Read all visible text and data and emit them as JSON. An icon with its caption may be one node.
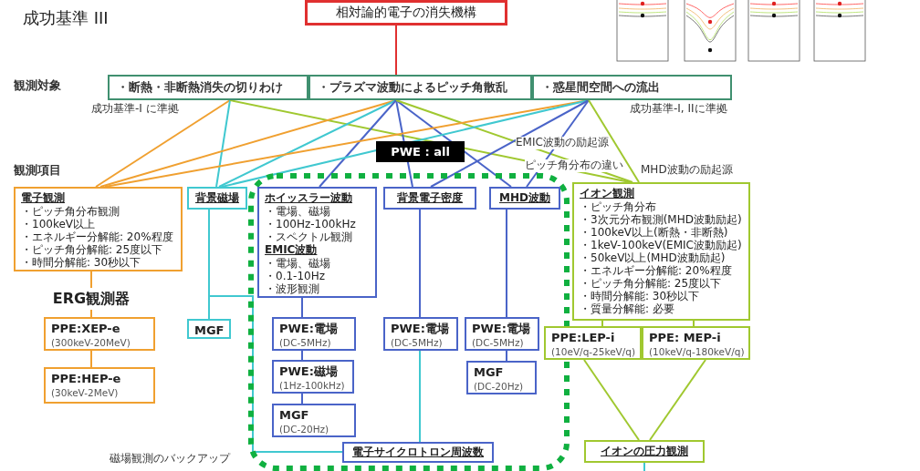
{
  "diagram": {
    "title": "成功基準 III",
    "nodes": [
      {
        "text": [
          "相対論的電子の消失機構"
        ]
      },
      {
        "text": [
          "・断熱・非断熱消失の切りわけ"
        ]
      },
      {
        "text": [
          "・プラズマ波動によるピッチ角散乱"
        ]
      },
      {
        "text": [
          "・惑星間空間への流出"
        ]
      },
      {
        "text": [
          "電子観測",
          "・ピッチ角分布観測",
          "・100keV以上",
          "・エネルギー分解能: 20%程度",
          "・ピッチ角分解能: 25度以下",
          "・時間分解能: 30秒以下"
        ]
      },
      {
        "text": [
          "背景磁場"
        ]
      },
      {
        "text": [
          "PWE : all"
        ]
      },
      {
        "text": [
          "ホイッスラー波動",
          "・電場、磁場",
          "・100Hz-100kHz",
          "・スペクトル観測",
          "EMIC波動",
          "・電場、磁場",
          "・0.1-10Hz",
          "・波形観測"
        ],
        "in": 6
      },
      {
        "text": [
          "背景電子密度"
        ],
        "in": 6
      },
      {
        "text": [
          "MHD波動"
        ],
        "in": 6
      },
      {
        "text": [
          "イオン観測",
          "・ピッチ角分布",
          "・3次元分布観測(MHD波動励起)",
          "・100keV以上(断熱・非断熱)",
          "・1keV-100keV(EMIC波動励起)",
          "・50keV以上(MHD波動励起)",
          "・エネルギー分解能: 20%程度",
          "・ピッチ角分解能: 25度以下",
          "・時間分解能: 30秒以下",
          "・質量分解能: 必要"
        ]
      },
      {
        "text": [
          "ERG観測器"
        ]
      },
      {
        "text": [
          "PPE:XEP-e",
          "(300keV-20MeV)"
        ]
      },
      {
        "text": [
          "PPE:HEP-e",
          "(30keV-2MeV)"
        ]
      },
      {
        "text": [
          "MGF"
        ]
      },
      {
        "text": [
          "PWE:電場",
          "(DC-5MHz)"
        ],
        "in": 6
      },
      {
        "text": [
          "PWE:磁場",
          "(1Hz-100kHz)"
        ],
        "in": 6
      },
      {
        "text": [
          "MGF",
          "(DC-20Hz)"
        ],
        "in": 6
      },
      {
        "text": [
          "PWE:電場",
          "(DC-5MHz)"
        ],
        "in": 6
      },
      {
        "text": [
          "PWE:電場",
          "(DC-5MHz)"
        ],
        "in": 6
      },
      {
        "text": [
          "MGF",
          "(DC-20Hz)"
        ],
        "in": 6
      },
      {
        "text": [
          "PPE:LEP-i",
          "(10eV/q-25keV/q)"
        ]
      },
      {
        "text": [
          "PPE: MEP-i",
          "(10keV/q-180keV/q)"
        ]
      },
      {
        "text": [
          "電子サイクロトロン周波数"
        ],
        "in": 6
      },
      {
        "text": [
          "イオンの圧力観測"
        ]
      }
    ],
    "edges": [
      {
        "from": 0,
        "to": 2,
        "arrow": "none",
        "color": "#e03030"
      },
      {
        "from": 1,
        "to": 4,
        "arrow": "none",
        "color": "#f0a030"
      },
      {
        "from": 1,
        "to": 5,
        "arrow": "none",
        "color": "#40c8d0"
      },
      {
        "from": 1,
        "to": 10,
        "arrow": "none",
        "color": "#a0c830"
      },
      {
        "from": 2,
        "to": 4,
        "arrow": "none",
        "color": "#f0a030"
      },
      {
        "from": 2,
        "to": 5,
        "arrow": "none",
        "color": "#40c8d0"
      },
      {
        "from": 2,
        "to": 7,
        "arrow": "none"
      },
      {
        "from": 2,
        "to": 8,
        "arrow": "none"
      },
      {
        "from": 2,
        "to": 9,
        "arrow": "none"
      },
      {
        "from": 2,
        "to": 10,
        "arrow": "none",
        "color": "#a0c830"
      },
      {
        "from": 3,
        "to": 4,
        "arrow": "none",
        "color": "#f0a030"
      },
      {
        "from": 3,
        "to": 5,
        "arrow": "none",
        "color": "#40c8d0"
      },
      {
        "from": 3,
        "to": 8,
        "arrow": "none"
      },
      {
        "from": 3,
        "to": 9,
        "arrow": "none"
      },
      {
        "from": 3,
        "to": 10,
        "arrow": "none",
        "color": "#a0c830"
      },
      {
        "from": 4,
        "to": 11,
        "arrow": "none",
        "color": "#f0a030"
      },
      {
        "from": 11,
        "to": 12,
        "arrow": "none",
        "color": "#f0a030"
      },
      {
        "from": 12,
        "to": 13,
        "arrow": "none",
        "color": "#f0a030"
      },
      {
        "from": 5,
        "to": 14,
        "arrow": "none",
        "color": "#40c8d0"
      },
      {
        "from": 5,
        "to": 23,
        "arrow": "none",
        "color": "#40c8d0"
      },
      {
        "from": 7,
        "to": 15,
        "arrow": "none"
      },
      {
        "from": 15,
        "to": 16,
        "arrow": "none"
      },
      {
        "from": 16,
        "to": 17,
        "arrow": "none"
      },
      {
        "from": 8,
        "to": 18,
        "arrow": "none"
      },
      {
        "from": 18,
        "to": 23,
        "arrow": "none",
        "color": "#40c8d0"
      },
      {
        "from": 9,
        "to": 19,
        "arrow": "none"
      },
      {
        "from": 19,
        "to": 20,
        "arrow": "none"
      },
      {
        "from": 10,
        "to": 21,
        "arrow": "none",
        "color": "#a0c830"
      },
      {
        "from": 10,
        "to": 22,
        "arrow": "none",
        "color": "#a0c830"
      },
      {
        "from": 21,
        "to": 24,
        "arrow": "none",
        "color": "#a0c830"
      },
      {
        "from": 22,
        "to": 24,
        "arrow": "none",
        "color": "#a0c830"
      },
      {
        "from": 24,
        "to": null,
        "arrow": "none",
        "color": "#40c8d0"
      }
    ],
    "labels": [
      "観測対象",
      "成功基準-I に準拠",
      "成功基準-I, IIに準拠",
      "EMIC波動の励起源",
      "観測項目",
      "MHD波動の励起源",
      "ピッチ角分布の違い",
      "磁場観測のバックアップ"
    ]
  }
}
